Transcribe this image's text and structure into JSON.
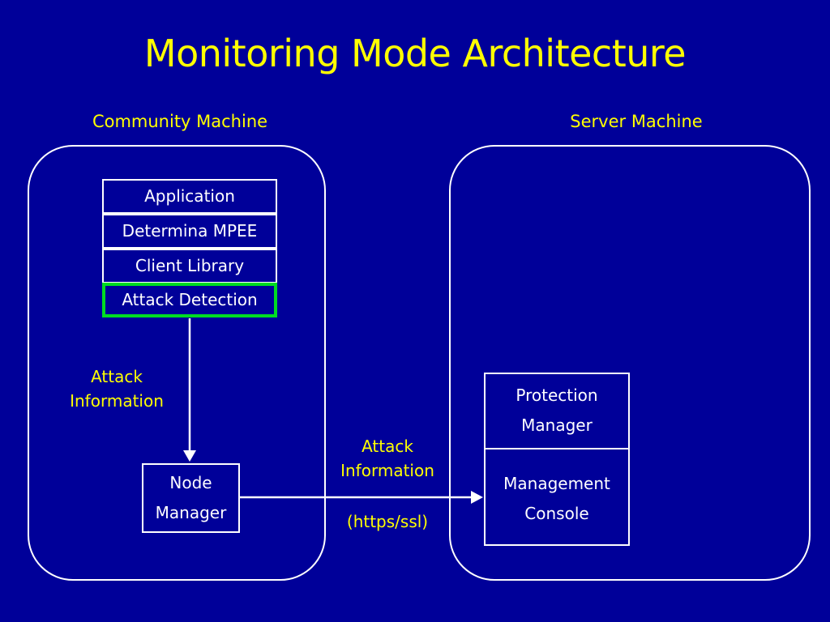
{
  "title": "Monitoring Mode Architecture",
  "community": {
    "label": "Community Machine",
    "layers": [
      "Application",
      "Determina MPEE",
      "Client Library",
      "Attack Detection"
    ],
    "node_manager": [
      "Node",
      "Manager"
    ],
    "arrow_label": [
      "Attack",
      "Information"
    ]
  },
  "server": {
    "label": "Server Machine",
    "protection_manager": [
      "Protection",
      "Manager"
    ],
    "management_console": [
      "Management",
      "Console"
    ]
  },
  "link": {
    "label": [
      "Attack",
      "Information"
    ],
    "protocol": "(https/ssl)"
  },
  "colors": {
    "background": "#000099",
    "title": "#ffff00",
    "lines": "#ffffff",
    "highlight": "#00dd22"
  }
}
